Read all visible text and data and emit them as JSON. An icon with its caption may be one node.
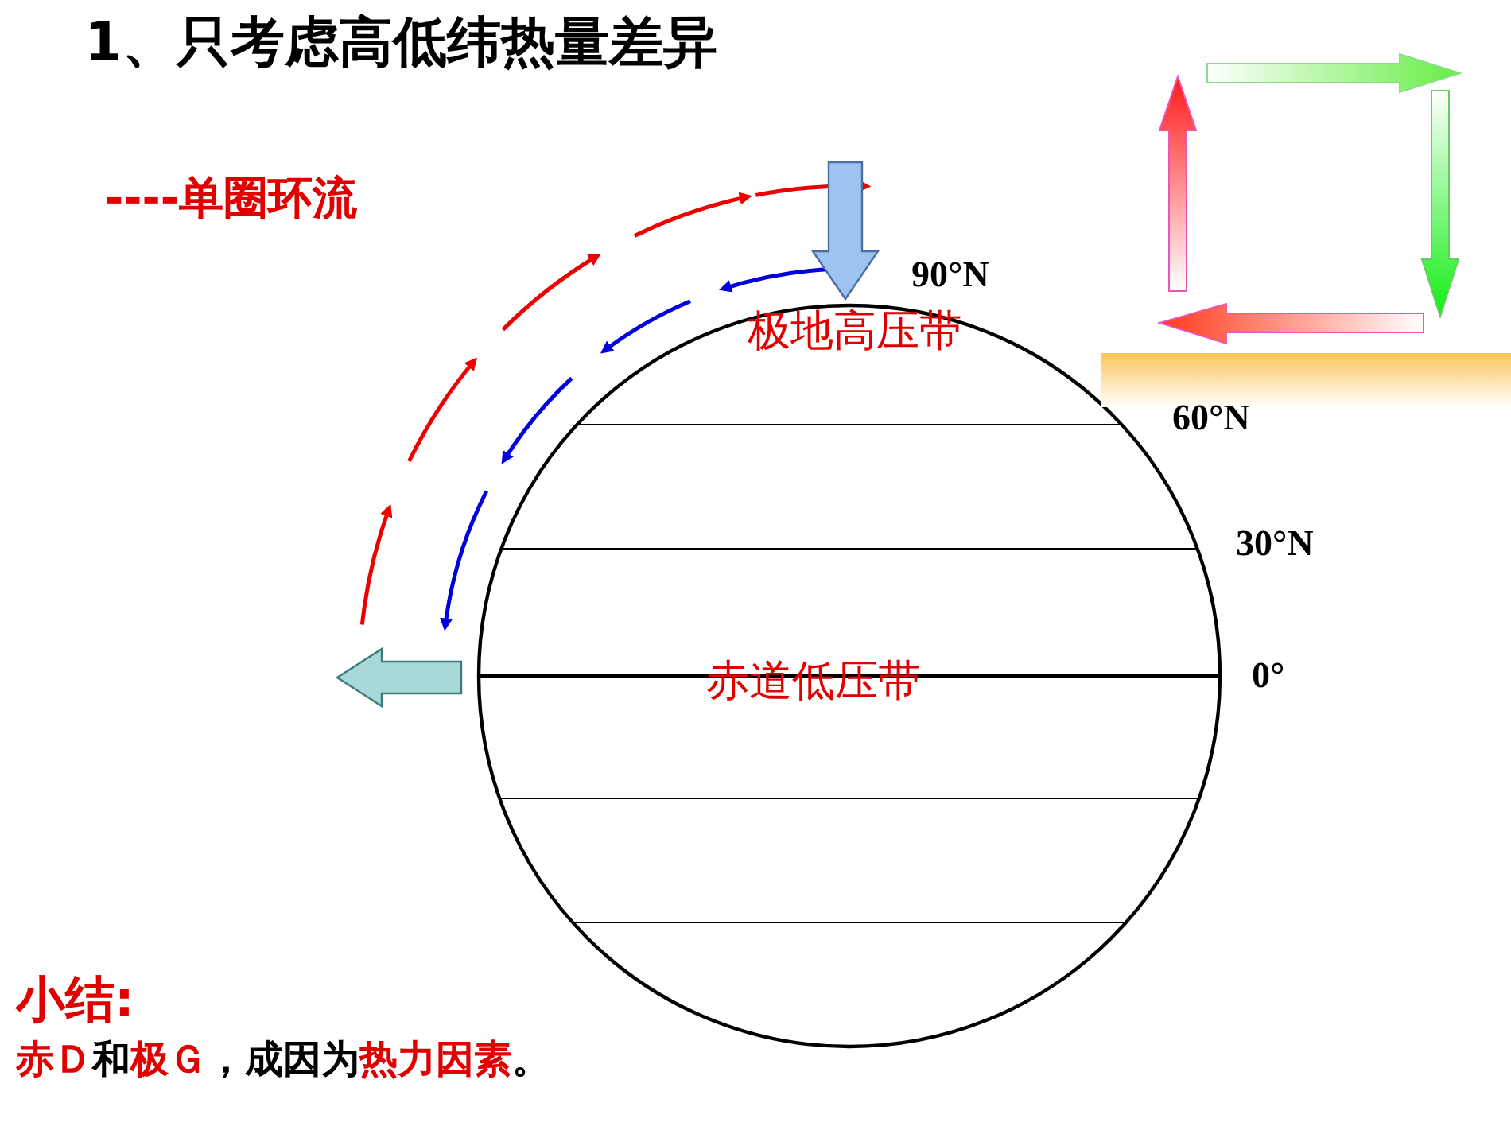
{
  "diagram": {
    "title": "1、只考虑高低纬热量差异",
    "labels": [
      "----单圈环流",
      "90°N",
      "极地高压带",
      "60°N",
      "30°N",
      "赤道低压带",
      "0°",
      "小结:",
      "**赤Ｄ**和**极Ｇ**，成因为**热力因素**。"
    ]
  }
}
